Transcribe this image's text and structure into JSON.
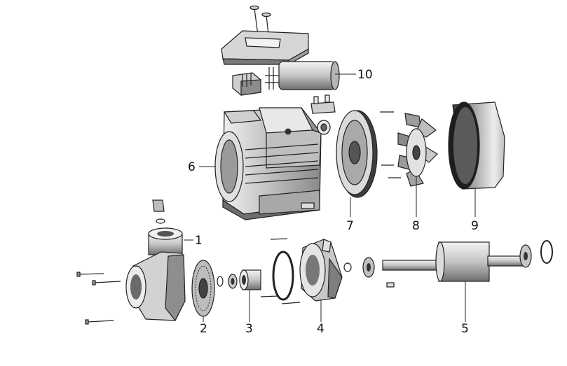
{
  "callouts": [
    {
      "id": "1",
      "text": "1"
    },
    {
      "id": "2",
      "text": "2"
    },
    {
      "id": "3",
      "text": "3"
    },
    {
      "id": "4",
      "text": "4"
    },
    {
      "id": "5",
      "text": "5"
    },
    {
      "id": "6",
      "text": "6"
    },
    {
      "id": "7",
      "text": "7"
    },
    {
      "id": "8",
      "text": "8"
    },
    {
      "id": "9",
      "text": "9"
    },
    {
      "id": "10",
      "text": "10"
    }
  ],
  "colors": {
    "stroke": "#222222",
    "light": "#e6e6e6",
    "mid": "#bdbdbd",
    "dark": "#7a7a7a",
    "shadow": "#4a4a4a"
  }
}
